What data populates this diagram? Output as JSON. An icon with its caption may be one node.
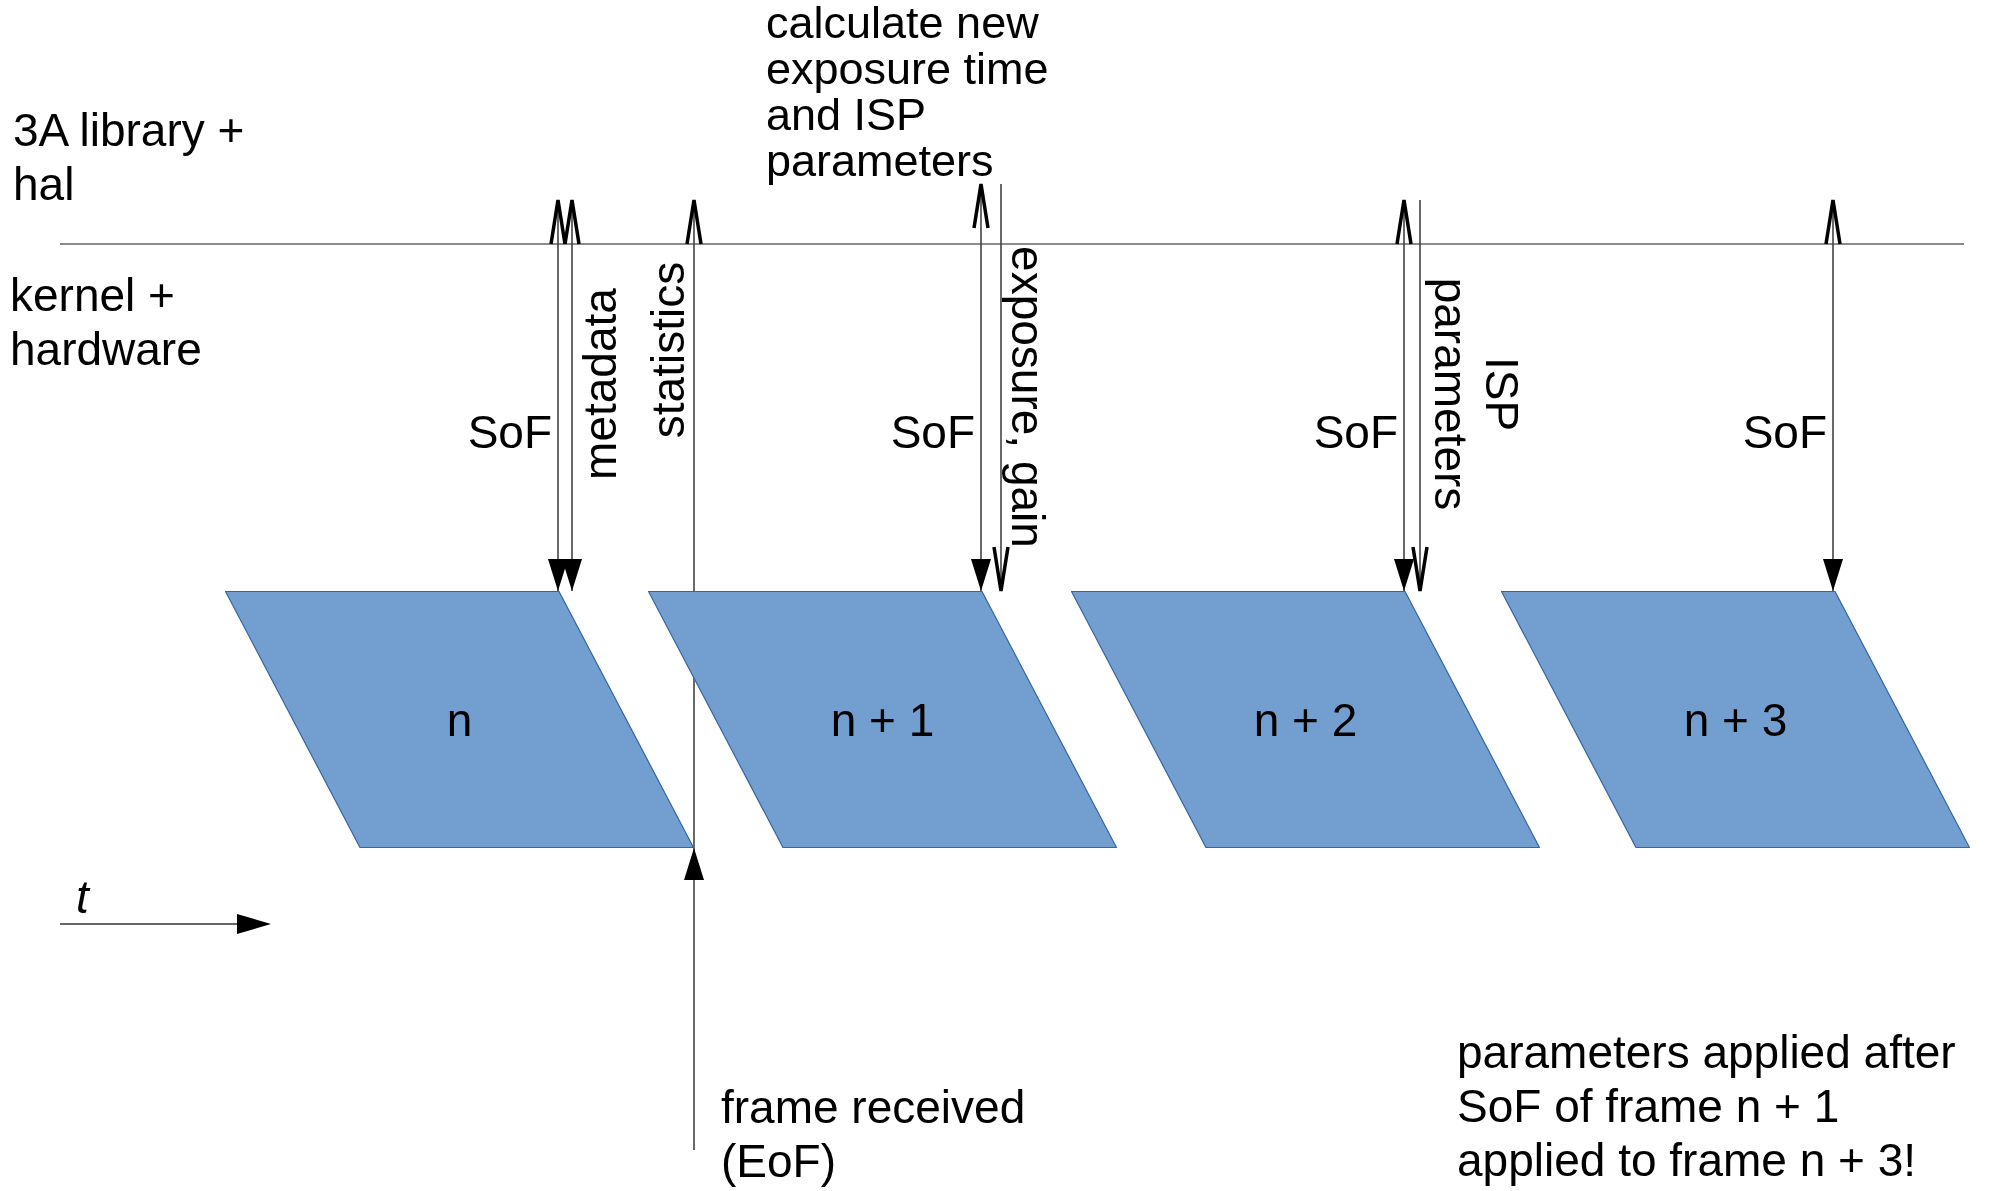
{
  "diagram": {
    "nodes": [
      {
        "text": [
          "n"
        ]
      },
      {
        "text": [
          "n + 1"
        ]
      },
      {
        "text": [
          "n + 2"
        ]
      },
      {
        "text": [
          "n + 3"
        ]
      },
      {
        "text": [
          "frame received (EoF)"
        ]
      },
      {
        "text": [
          "calculate new exposure time and ISP parameters"
        ]
      }
    ],
    "edges": [
      {
        "from": null,
        "to": 0,
        "arrow": "both",
        "label": "SoF"
      },
      {
        "from": null,
        "to": 0,
        "arrow": "both",
        "label": "metadata"
      },
      {
        "from": 0,
        "to": null,
        "arrow": "to",
        "label": "statistics"
      },
      {
        "from": 5,
        "to": 1,
        "arrow": "both",
        "label": "SoF"
      },
      {
        "from": 5,
        "to": 1,
        "arrow": "to",
        "label": "exposure, gain"
      },
      {
        "from": null,
        "to": 2,
        "arrow": "both",
        "label": "SoF"
      },
      {
        "from": null,
        "to": 2,
        "arrow": "to",
        "label": "ISP parameters"
      },
      {
        "from": null,
        "to": 3,
        "arrow": "both",
        "label": "SoF"
      },
      {
        "from": 4,
        "to": 0,
        "arrow": "to"
      }
    ],
    "labels": [
      "3A library + hal",
      "kernel + hardware",
      "t",
      "parameters applied after SoF of frame n + 1 applied to frame n + 3!"
    ]
  }
}
